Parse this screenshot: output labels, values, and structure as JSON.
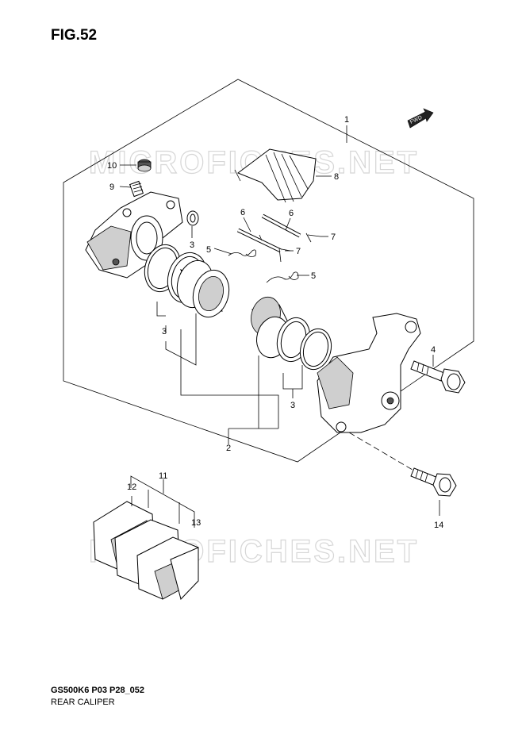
{
  "figure": {
    "title": "FIG.52",
    "code": "GS500K6 P03 P28_052",
    "name": "REAR CALIPER",
    "direction_badge": "FWD"
  },
  "watermark": {
    "text": "MICROFICHES.NET"
  },
  "callouts": [
    {
      "id": "c1",
      "label": "1"
    },
    {
      "id": "c2",
      "label": "2"
    },
    {
      "id": "c3a",
      "label": "3"
    },
    {
      "id": "c3b",
      "label": "3"
    },
    {
      "id": "c3c",
      "label": "3"
    },
    {
      "id": "c4",
      "label": "4"
    },
    {
      "id": "c5a",
      "label": "5"
    },
    {
      "id": "c5b",
      "label": "5"
    },
    {
      "id": "c6a",
      "label": "6"
    },
    {
      "id": "c6b",
      "label": "6"
    },
    {
      "id": "c7a",
      "label": "7"
    },
    {
      "id": "c7b",
      "label": "7"
    },
    {
      "id": "c8",
      "label": "8"
    },
    {
      "id": "c9",
      "label": "9"
    },
    {
      "id": "c10",
      "label": "10"
    },
    {
      "id": "c11",
      "label": "11"
    },
    {
      "id": "c12",
      "label": "12"
    },
    {
      "id": "c13",
      "label": "13"
    },
    {
      "id": "c14",
      "label": "14"
    }
  ]
}
